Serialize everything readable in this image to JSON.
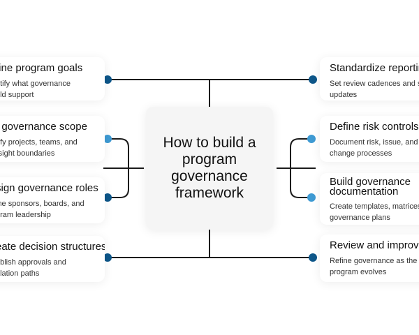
{
  "center": {
    "title": "How to build a\nprogram\ngovernance\nframework"
  },
  "colors": {
    "dot_dark": "#0d5689",
    "dot_light": "#3e9ad3",
    "line": "#1a1a1a"
  },
  "left_items": [
    {
      "title": "fine program goals",
      "desc": "ntify what governance\nuld support",
      "dot": "dark"
    },
    {
      "title": "t governance scope",
      "desc": "rify projects, teams, and\nrsight boundaries",
      "dot": "light"
    },
    {
      "title": "sign governance roles",
      "desc": "ine sponsors, boards, and\ngram leadership",
      "dot": "dark"
    },
    {
      "title": "eate decision structures",
      "desc": "ablish approvals and\nalation paths",
      "dot": "dark"
    }
  ],
  "right_items": [
    {
      "title": "Standardize reporting",
      "desc": "Set review cadences and s\nupdates",
      "dot": "dark"
    },
    {
      "title": "Define risk controls",
      "desc": "Document risk, issue, and\nchange processes",
      "dot": "light"
    },
    {
      "title": "Build governance\ndocumentation",
      "desc": "Create templates, matrices\ngovernance plans",
      "dot": "light"
    },
    {
      "title": "Review and improve",
      "desc": "Refine governance as the\nprogram evolves",
      "dot": "dark"
    }
  ]
}
